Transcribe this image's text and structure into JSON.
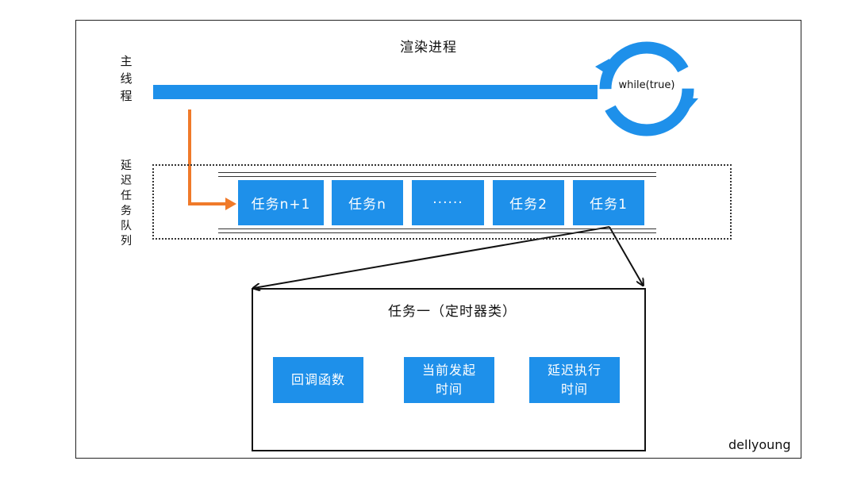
{
  "diagram": {
    "title": "渲染进程",
    "main_thread_label": "主线程",
    "loop_label": "while(true)",
    "queue_label": "延迟任务队列",
    "tasks": [
      "任务n+1",
      "任务n",
      "······",
      "任务2",
      "任务1"
    ],
    "detail_title": "任务一（定时器类）",
    "fields": [
      {
        "line1": "回调函数",
        "line2": ""
      },
      {
        "line1": "当前发起",
        "line2": "时间"
      },
      {
        "line1": "延迟执行",
        "line2": "时间"
      }
    ],
    "watermark": "dellyoung",
    "colors": {
      "blue": "#1e90ea",
      "orange": "#f07a2a",
      "outline": "#222222"
    }
  }
}
